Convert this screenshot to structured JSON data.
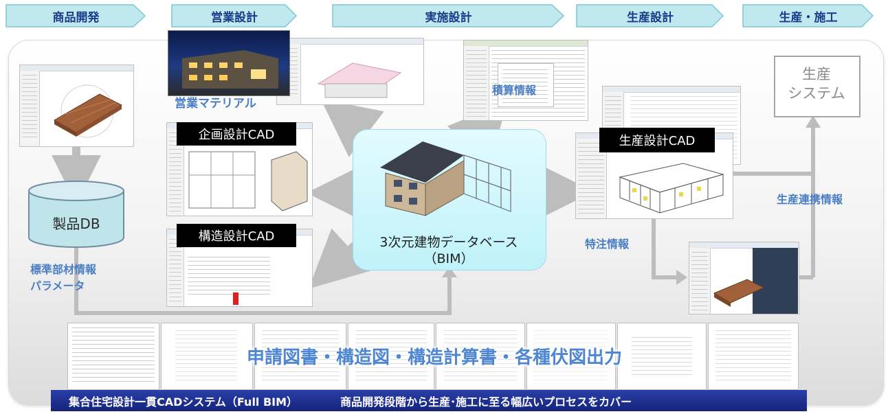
{
  "process_steps": [
    "商品開発",
    "営業設計",
    "実施設計",
    "生産設計",
    "生産・施工"
  ],
  "labels": {
    "sales_material": "営業マテリアル",
    "estimate_info": "積算情報",
    "planning_cad": "企画設計CAD",
    "structural_cad": "構造設計CAD",
    "production_cad": "生産設計CAD",
    "product_db": "製品DB",
    "standard_parts_line1": "標準部材情報",
    "standard_parts_line2": "パラメータ",
    "center_line1": "3次元建物データベース",
    "center_line2": "（BIM）",
    "special_order": "特注情報",
    "production_link": "生産連携情報",
    "production_system_line1": "生産",
    "production_system_line2": "システム",
    "drawing_output": "申請図書・構造図・構造計算書・各種伏図出力"
  },
  "footer": {
    "left": "集合住宅設計一貫CADシステム（Full BIM）",
    "right": "商品開発段階から生産･施工に至る幅広いプロセスをカバー"
  },
  "colors": {
    "chevron_fill": "#bfe9ee",
    "chevron_border": "#7fc6d0",
    "label_blue": "#4a7ec4",
    "arrow_gray": "#bdbdbd",
    "footer_navy": "#1c2c8c",
    "center_box": "#c7f3fa"
  }
}
